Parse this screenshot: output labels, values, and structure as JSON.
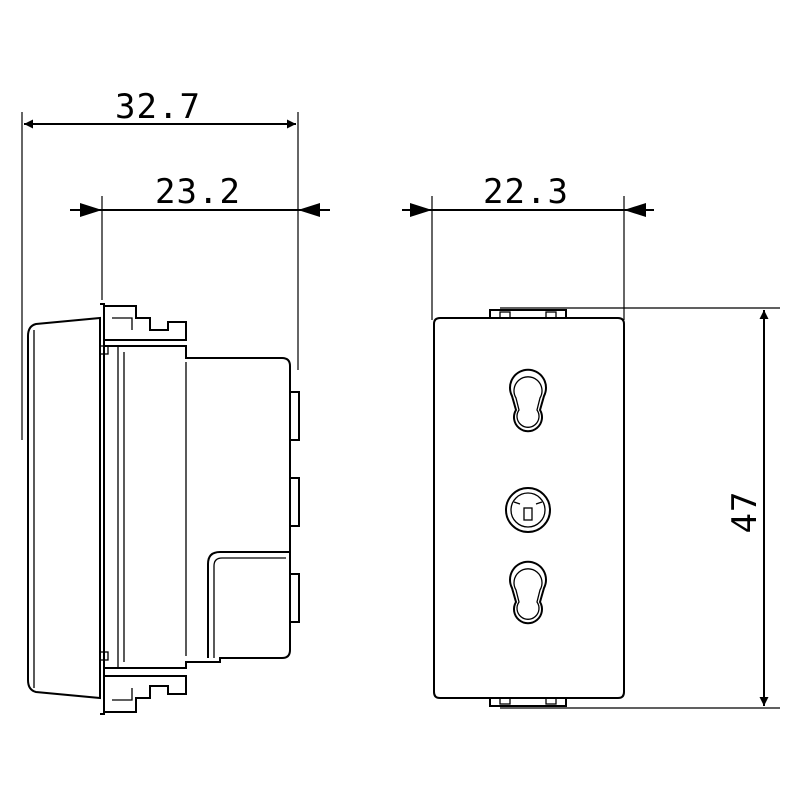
{
  "dimensions": {
    "overall_depth": "32.7",
    "body_depth": "23.2",
    "front_width": "22.3",
    "height": "47"
  },
  "colors": {
    "stroke": "#000000",
    "background": "#ffffff"
  }
}
